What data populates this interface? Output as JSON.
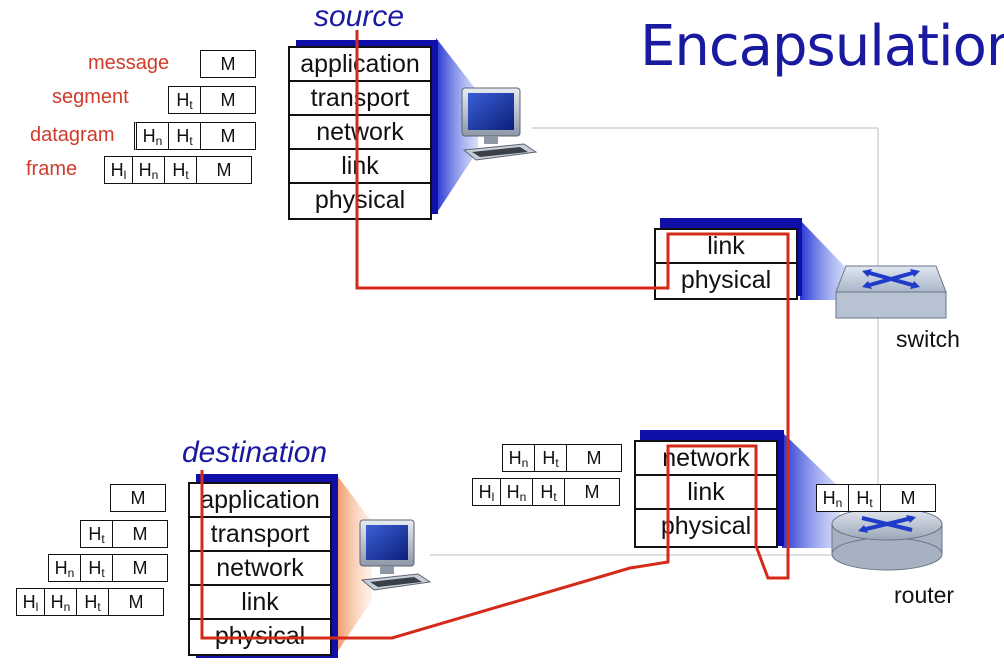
{
  "title": "Encapsulation",
  "labels": {
    "source": "source",
    "destination": "destination",
    "switch": "switch",
    "router": "router"
  },
  "pdu_labels": {
    "message": "message",
    "segment": "segment",
    "datagram": "datagram",
    "frame": "frame"
  },
  "source_stack": [
    "application",
    "transport",
    "network",
    "link",
    "physical"
  ],
  "switch_stack": [
    "link",
    "physical"
  ],
  "router_stack": [
    "network",
    "link",
    "physical"
  ],
  "dest_stack": [
    "application",
    "transport",
    "network",
    "link",
    "physical"
  ],
  "header": {
    "link_base": "H",
    "link_sub": "l",
    "network_base": "H",
    "network_sub": "n",
    "transport_base": "H",
    "transport_sub": "t",
    "message": "M"
  },
  "colors": {
    "title": "#1a1aa0",
    "path": "#d42a1a",
    "stack_shadow": "#1010a8",
    "pdu_label": "#d03a2a"
  },
  "icons": {
    "source_host": "desktop-computer-icon",
    "dest_host": "desktop-computer-icon",
    "switch": "ethernet-switch-icon",
    "router": "router-icon"
  }
}
